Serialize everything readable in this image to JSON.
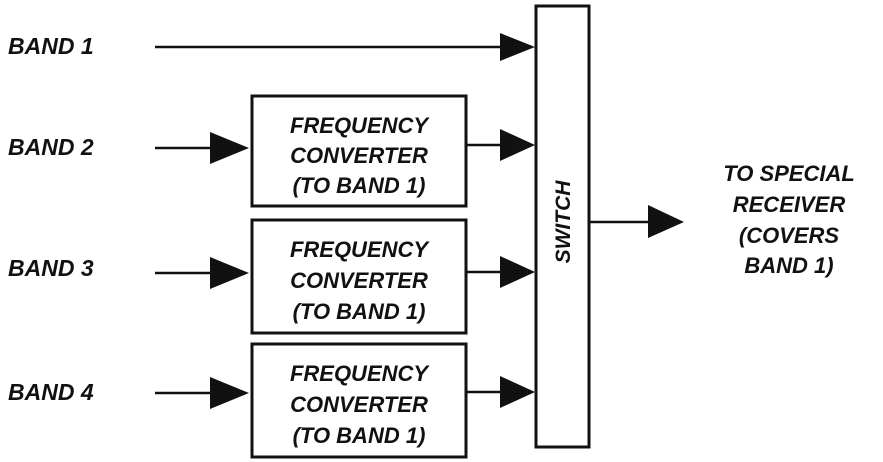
{
  "colors": {
    "ink": "#111111",
    "background": "#ffffff"
  },
  "bands": [
    {
      "label": "BAND 1",
      "converter": null
    },
    {
      "label": "BAND 2",
      "converter": [
        "FREQUENCY",
        "CONVERTER",
        "(TO BAND 1)"
      ]
    },
    {
      "label": "BAND 3",
      "converter": [
        "FREQUENCY",
        "CONVERTER",
        "(TO BAND 1)"
      ]
    },
    {
      "label": "BAND 4",
      "converter": [
        "FREQUENCY",
        "CONVERTER",
        "(TO BAND 1)"
      ]
    }
  ],
  "switch": {
    "label": "SWITCH"
  },
  "output": {
    "lines": [
      "TO SPECIAL",
      "RECEIVER",
      "(COVERS",
      "BAND 1)"
    ]
  }
}
